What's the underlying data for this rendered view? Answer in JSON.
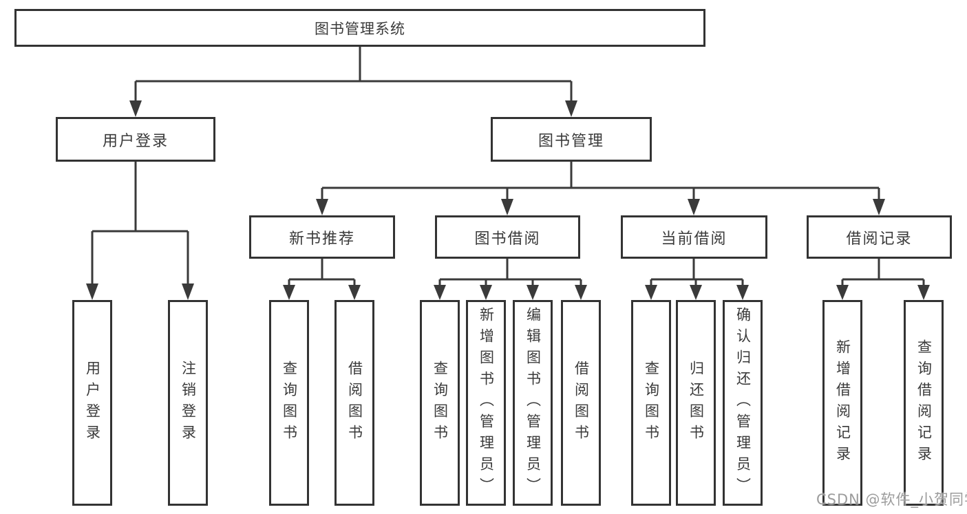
{
  "colors": {
    "line": "#3a3a3a",
    "box_border": "#333333",
    "text": "#3a3a3a",
    "watermark": "#9c9c9c",
    "background": "#ffffff"
  },
  "watermark": {
    "text": "CSDN @软件_小贺同学"
  },
  "tree": {
    "label": "图书管理系统",
    "children": [
      {
        "label": "用户登录",
        "children": [
          {
            "label": "用户登录"
          },
          {
            "label": "注销登录"
          }
        ]
      },
      {
        "label": "图书管理",
        "children": [
          {
            "label": "新书推荐",
            "children": [
              {
                "label": "查询图书"
              },
              {
                "label": "借阅图书"
              }
            ]
          },
          {
            "label": "图书借阅",
            "children": [
              {
                "label": "查询图书"
              },
              {
                "label": "新增图书（管理员）"
              },
              {
                "label": "编辑图书（管理员）"
              },
              {
                "label": "借阅图书"
              }
            ]
          },
          {
            "label": "当前借阅",
            "children": [
              {
                "label": "查询图书"
              },
              {
                "label": "归还图书"
              },
              {
                "label": "确认归还（管理员）"
              }
            ]
          },
          {
            "label": "借阅记录",
            "children": [
              {
                "label": "新增借阅记录"
              },
              {
                "label": "查询借阅记录"
              }
            ]
          }
        ]
      }
    ]
  }
}
